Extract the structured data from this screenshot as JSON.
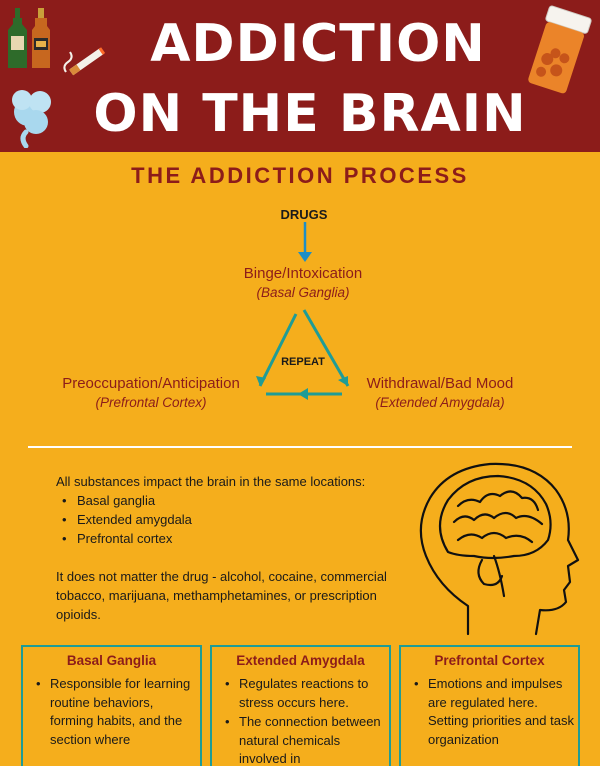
{
  "header": {
    "title_line1": "ADDICTION",
    "title_line2": "ON THE BRAIN",
    "background": "#8c1c1a"
  },
  "process": {
    "title": "THE ADDICTION PROCESS",
    "input_label": "DRUGS",
    "cycle_label": "REPEAT",
    "stages": [
      {
        "name": "Binge/Intoxication",
        "region": "(Basal Ganglia)"
      },
      {
        "name": "Withdrawal/Bad Mood",
        "region": "(Extended Amygdala)"
      },
      {
        "name": "Preoccupation/Anticipation",
        "region": "(Prefrontal Cortex)"
      }
    ]
  },
  "intro": {
    "lead": "All substances impact the brain in the same locations:",
    "locations": [
      "Basal ganglia",
      "Extended amygdala",
      "Prefrontal cortex"
    ],
    "note": "It does not matter the drug - alcohol, cocaine, commercial tobacco, marijuana, methamphetamines, or prescription opioids."
  },
  "cards": [
    {
      "title": "Basal Ganglia",
      "points": [
        "Responsible for learning routine behaviors, forming habits, and the section where"
      ]
    },
    {
      "title": "Extended Amygdala",
      "points": [
        "Regulates reactions to stress occurs here.",
        "The connection between natural chemicals involved in"
      ]
    },
    {
      "title": "Prefrontal Cortex",
      "points": [
        "Emotions and impulses are regulated here. Setting priorities and task organization"
      ]
    }
  ],
  "colors": {
    "background": "#f5ae1c",
    "accent_red": "#8c1c1a",
    "teal": "#1f9c96",
    "arrow_blue": "#1f8ec6"
  },
  "icons": [
    "liquor-bottles-icon",
    "cigarette-icon",
    "smoke-cloud-icon",
    "pill-bottle-icon",
    "brain-head-icon"
  ]
}
